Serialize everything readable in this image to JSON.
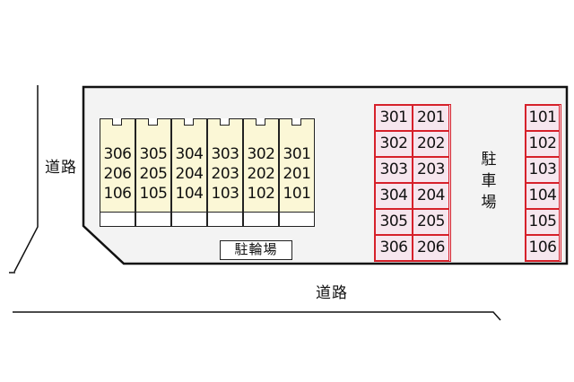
{
  "roads": {
    "west_label": "道路",
    "south_label": "道路"
  },
  "building": {
    "columns": [
      {
        "units": [
          "306",
          "206",
          "106"
        ]
      },
      {
        "units": [
          "305",
          "205",
          "105"
        ]
      },
      {
        "units": [
          "304",
          "204",
          "104"
        ]
      },
      {
        "units": [
          "303",
          "203",
          "103"
        ]
      },
      {
        "units": [
          "302",
          "202",
          "102"
        ]
      },
      {
        "units": [
          "301",
          "201",
          "101"
        ]
      }
    ],
    "fill_color": "#fbf7d6"
  },
  "bicycle_parking": {
    "label": "駐輪場"
  },
  "parking": {
    "label_chars": [
      "駐",
      "車",
      "場"
    ],
    "border_color": "#d6202a",
    "fill_color": "#f6e6ee",
    "grid_a": {
      "rows": [
        [
          "301",
          "201"
        ],
        [
          "302",
          "202"
        ],
        [
          "303",
          "203"
        ],
        [
          "304",
          "204"
        ],
        [
          "305",
          "205"
        ],
        [
          "306",
          "206"
        ]
      ]
    },
    "grid_b": {
      "rows": [
        [
          "101"
        ],
        [
          "102"
        ],
        [
          "103"
        ],
        [
          "104"
        ],
        [
          "105"
        ],
        [
          "106"
        ]
      ]
    }
  },
  "site": {
    "fill_color": "#f3f3f3",
    "border_color": "#111111"
  }
}
